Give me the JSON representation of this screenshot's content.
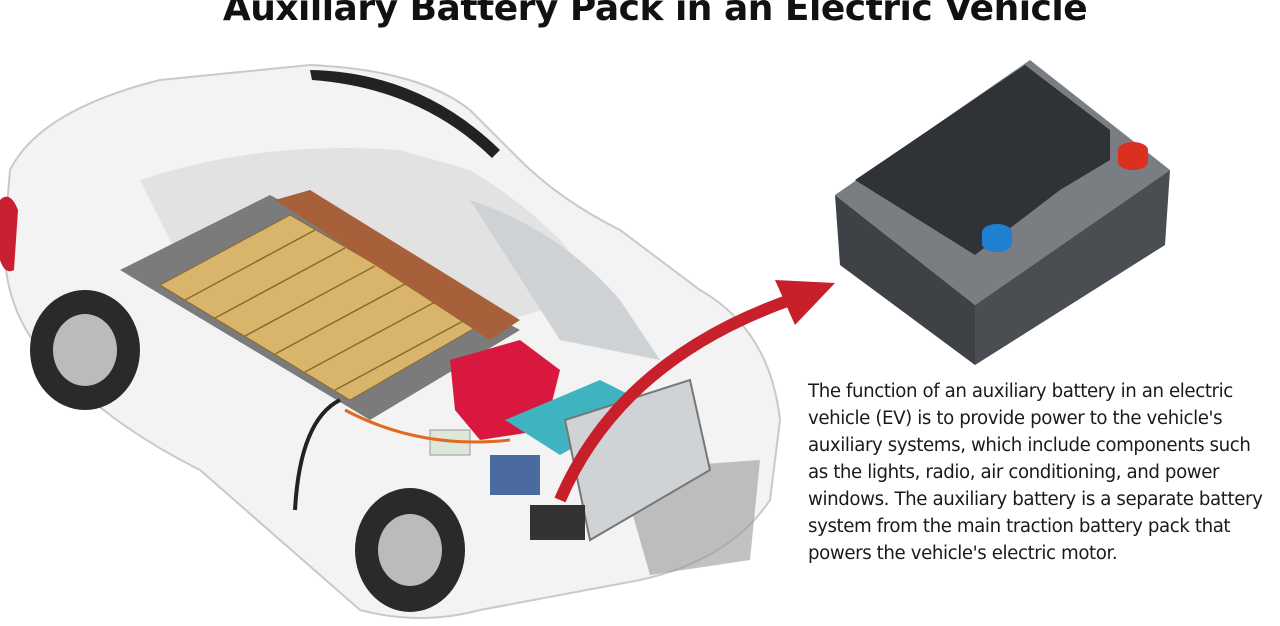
{
  "title": "Auxillary Battery Pack in an Electric Vehicle",
  "description_lines": [
    "The function of an auxiliary battery in an electric",
    "vehicle (EV) is to provide power to the vehicle's",
    "auxiliary systems, which include components such",
    "as the lights, radio, air conditioning, and power",
    "windows. The auxiliary battery is a separate battery",
    "system from the main traction battery pack that",
    "powers the vehicle's electric motor."
  ],
  "colors": {
    "arrow": "#c8202a",
    "battery_body": "#4a4d52",
    "battery_lid": "#2f3236",
    "terminal_positive": "#d9301f",
    "terminal_negative": "#1f7fd0",
    "cells": "#d9b56c",
    "motor": "#d8183f",
    "inverter": "#3fb3c0"
  }
}
